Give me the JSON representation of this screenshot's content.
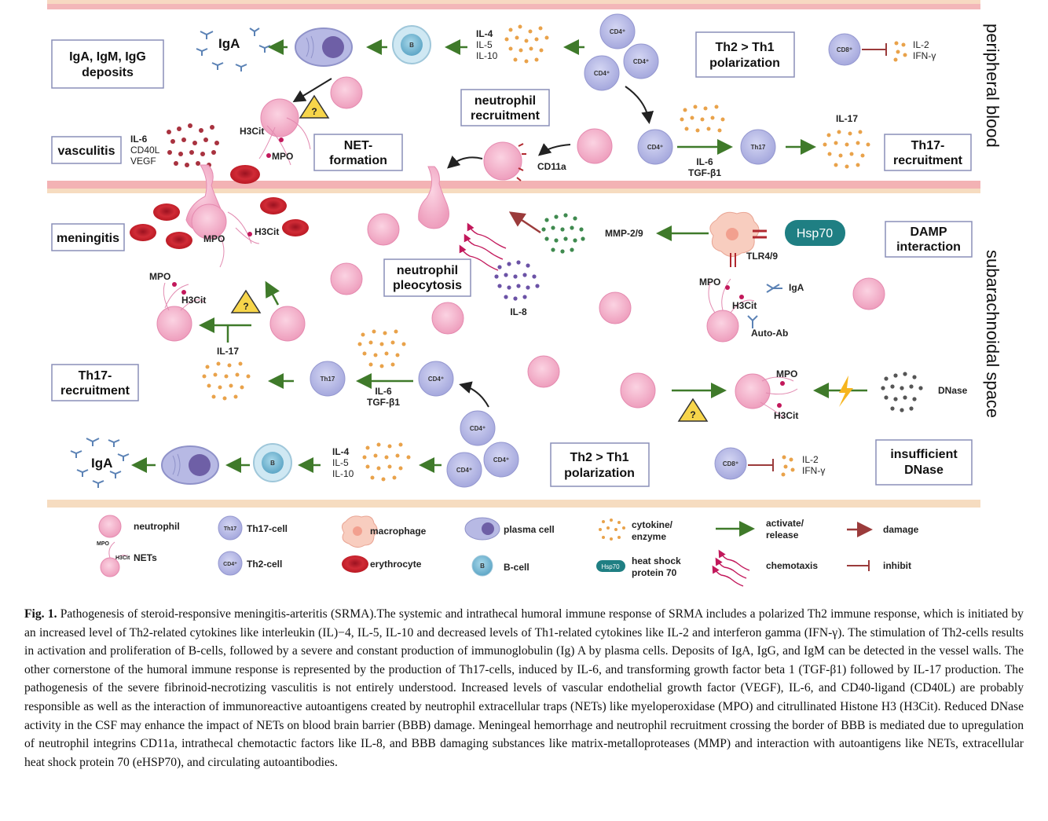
{
  "regions": {
    "peripheral": "peripheral blood",
    "subarachnoid": "subarachnoidal space"
  },
  "boxes": {
    "deposits": [
      "IgA, IgM, IgG",
      "deposits"
    ],
    "vasculitis": [
      "vasculitis"
    ],
    "net_formation": [
      "NET-",
      "formation"
    ],
    "neutrophil_recruitment": [
      "neutrophil",
      "recruitment"
    ],
    "th2_th1_top": [
      "Th2 > Th1",
      "polarization"
    ],
    "th17_top": [
      "Th17-",
      "recruitment"
    ],
    "meningitis": [
      "meningitis"
    ],
    "pleocytosis": [
      "neutrophil",
      "pleocytosis"
    ],
    "damp": [
      "DAMP",
      "interaction"
    ],
    "th17_bottom": [
      "Th17-",
      "recruitment"
    ],
    "th2_th1_bottom": [
      "Th2 > Th1",
      "polarization"
    ],
    "dnase": [
      "insufficient",
      "DNase"
    ]
  },
  "labels": {
    "iga": "IgA",
    "il4": "IL-4",
    "il5": "IL-5",
    "il10": "IL-10",
    "il6": "IL-6",
    "cd40l": "CD40L",
    "vegf": "VEGF",
    "h3cit": "H3Cit",
    "mpo": "MPO",
    "cd11a": "CD11a",
    "il6_tgf_1": "IL-6",
    "il6_tgf_2": "TGF-β1",
    "il17": "IL-17",
    "il2": "IL-2",
    "ifng": "IFN-γ",
    "mmp": "MMP-2/9",
    "hsp70": "Hsp70",
    "tlr": "TLR4/9",
    "iga_small": "IgA",
    "autoab": "Auto-Ab",
    "il8": "IL-8",
    "dnase": "DNase",
    "cd4": "CD4⁺",
    "cd8": "CD8⁺",
    "b": "B",
    "th17": "Th17",
    "q": "?"
  },
  "legend": {
    "neutrophil": "neutrophil",
    "nets": "NETs",
    "th17_cell": "Th17-cell",
    "th2_cell": "Th2-cell",
    "macrophage": "macrophage",
    "erythrocyte": "erythrocyte",
    "plasma_cell": "plasma cell",
    "b_cell": "B-cell",
    "cytokine_1": "cytokine/",
    "cytokine_2": "enzyme",
    "hsp_1": "heat shock",
    "hsp_2": "protein 70",
    "activate_1": "activate/",
    "activate_2": "release",
    "chemotaxis": "chemotaxis",
    "damage": "damage",
    "inhibit": "inhibit",
    "icon_th17": "Th17",
    "icon_cd4": "CD4⁺",
    "icon_b": "B",
    "icon_hsp": "Hsp70",
    "icon_mpo": "MPO",
    "icon_h3cit": "H3Cit"
  },
  "caption": {
    "label": "Fig. 1.",
    "text": "Pathogenesis of steroid-responsive meningitis-arteritis (SRMA).The systemic and intrathecal humoral immune response of SRMA includes a polarized Th2 immune response, which is initiated by an increased level of Th2-related cytokines like interleukin (IL)−4, IL-5, IL-10 and decreased levels of Th1-related cytokines like IL-2 and interferon gamma (IFN-γ). The stimulation of Th2-cells results in activation and proliferation of B-cells, followed by a severe and constant production of immunoglobulin (Ig) A by plasma cells. Deposits of IgA, IgG, and IgM can be detected in the vessel walls. The other cornerstone of the humoral immune response is represented by the production of Th17-cells, induced by IL-6, and transforming growth factor beta 1 (TGF-β1) followed by IL-17 production. The pathogenesis of the severe fibrinoid-necrotizing vasculitis is not entirely understood. Increased levels of vascular endothelial growth factor (VEGF), IL-6, and CD40-ligand (CD40L) are probably responsible as well as the interaction of immunoreactive autoantigens created by neutrophil extracellular traps (NETs) like myeloperoxidase (MPO) and citrullinated Histone H3 (H3Cit). Reduced DNase activity in the CSF may enhance the impact of NETs on blood brain barrier (BBB) damage. Meningeal hemorrhage and neutrophil recruitment crossing the border of BBB is mediated due to upregulation of neutrophil integrins CD11a, intrathecal chemotactic factors like IL-8, and BBB damaging substances like matrix-metalloproteases (MMP) and interaction with autoantigens like NETs, extracellular heat shock protein 70 (eHSP70), and circulating autoantibodies."
  },
  "colors": {
    "activate": "#3f7a2a",
    "damage": "#9b3b3b",
    "inhibit": "#9b3b3b",
    "neutrophil": "#f2a7c3",
    "th_cell": "#b7b9e4",
    "b_cell": "#7fbcd6",
    "erythrocyte": "#c3202f",
    "cytokine": "#e9a24a",
    "vessel": "#f3b7b9",
    "box_border": "#8a8fb8",
    "hsp": "#1f7f83"
  }
}
